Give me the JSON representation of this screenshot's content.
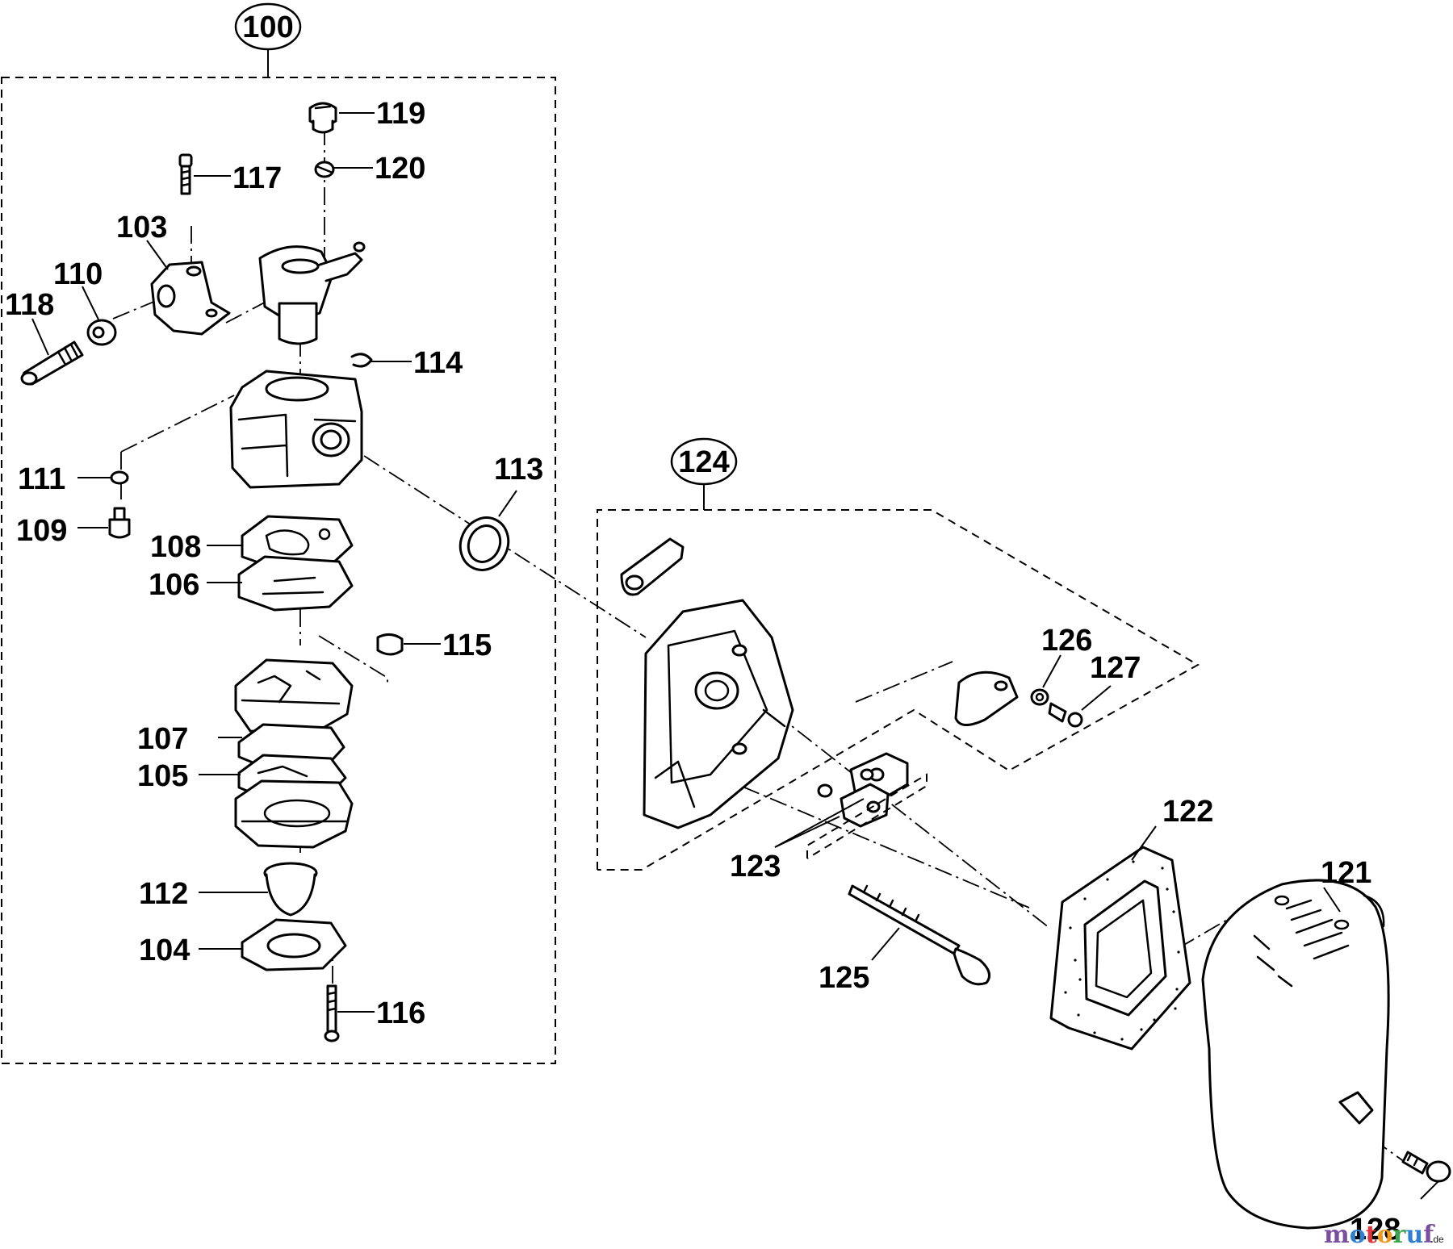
{
  "assembly_badges": [
    {
      "id": "100",
      "label": "100"
    },
    {
      "id": "124",
      "label": "124"
    }
  ],
  "callouts": {
    "c119": "119",
    "c120": "120",
    "c117": "117",
    "c103": "103",
    "c110": "110",
    "c118": "118",
    "c114": "114",
    "c111": "111",
    "c109": "109",
    "c113": "113",
    "c108": "108",
    "c106": "106",
    "c115": "115",
    "c107": "107",
    "c105": "105",
    "c112": "112",
    "c104": "104",
    "c116": "116",
    "c126": "126",
    "c127": "127",
    "c122": "122",
    "c123": "123",
    "c121": "121",
    "c125": "125",
    "c128": "128"
  },
  "watermark": {
    "letters": [
      "m",
      "o",
      "t",
      "o",
      "r",
      "u",
      "f"
    ],
    "colors": [
      "#7a4fa0",
      "#2f7fd0",
      "#e0343a",
      "#f29a1c",
      "#3aa54a",
      "#2f7fd0",
      "#7a4fa0"
    ],
    "suffix": ".de"
  }
}
